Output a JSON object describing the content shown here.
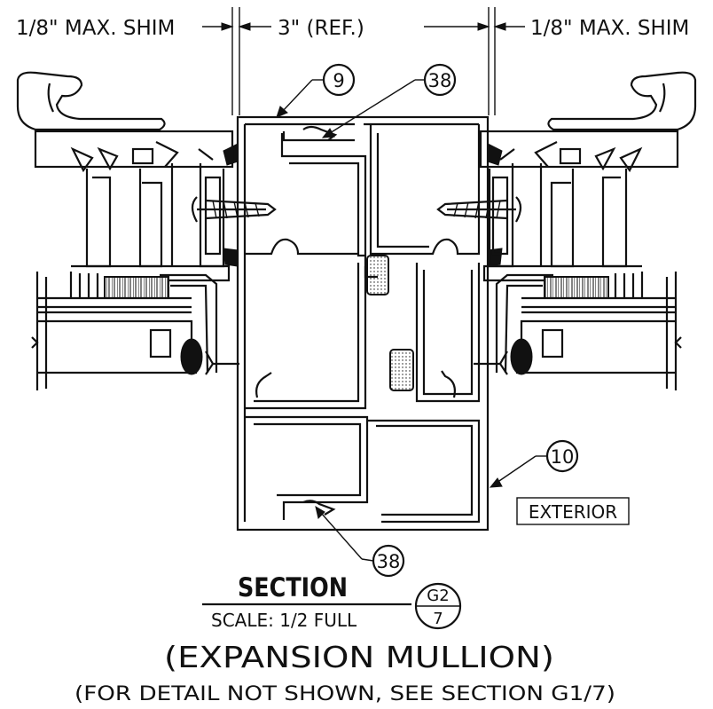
{
  "dimensions": {
    "left_shim": "1/8\" MAX. SHIM",
    "center": "3\" (REF.)",
    "right_shim": "1/8\" MAX. SHIM"
  },
  "callouts": {
    "c9": "9",
    "c38_top": "38",
    "c10": "10",
    "c38_bottom": "38"
  },
  "exterior_label": "EXTERIOR",
  "title": {
    "section": "SECTION",
    "scale": "SCALE: 1/2 FULL",
    "ref_top": "G2",
    "ref_bottom": "7",
    "subtitle": "(EXPANSION MULLION)",
    "note": "(FOR DETAIL NOT SHOWN, SEE SECTION G1/7)"
  }
}
